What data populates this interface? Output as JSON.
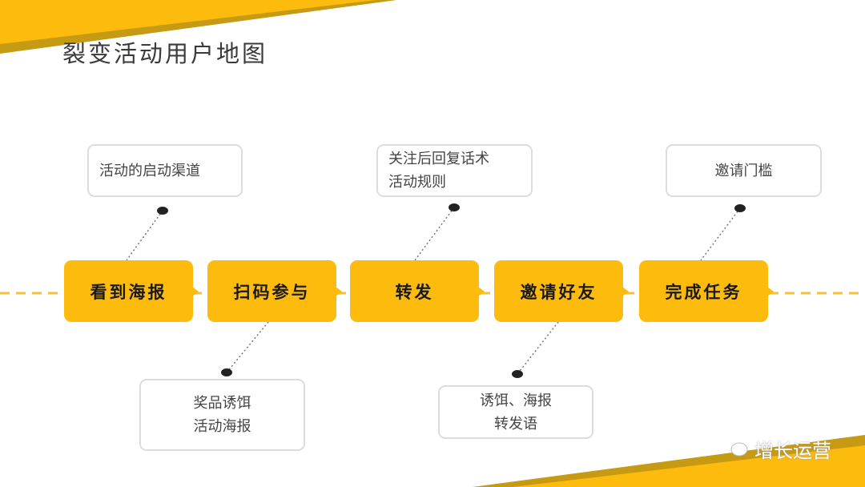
{
  "title": "裂变活动用户地图",
  "steps": [
    "看到海报",
    "扫码参与",
    "转发",
    "邀请好友",
    "完成任务"
  ],
  "notes_top": [
    {
      "lines": [
        "活动的启动渠道"
      ]
    },
    {
      "lines": [
        "关注后回复话术",
        "活动规则"
      ]
    },
    {
      "lines": [
        "邀请门槛"
      ]
    }
  ],
  "notes_bottom": [
    {
      "lines": [
        "奖品诱饵",
        "活动海报"
      ]
    },
    {
      "lines": [
        "诱饵、海报",
        "转发语"
      ]
    }
  ],
  "watermark": "增长运营",
  "colors": {
    "accent": "#fdbb0e",
    "accent_dark": "#c89a10"
  }
}
